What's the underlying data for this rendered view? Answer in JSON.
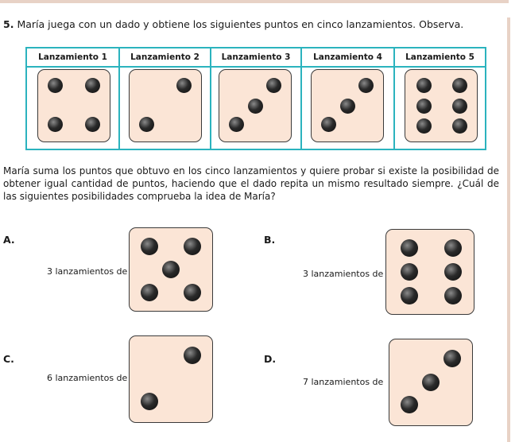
{
  "question": {
    "number": "5.",
    "statement": "María juega con un dado y obtiene los siguientes puntos en cinco lanzamientos. Observa."
  },
  "table": {
    "headers": [
      "Lanzamiento 1",
      "Lanzamiento 2",
      "Lanzamiento 3",
      "Lanzamiento 4",
      "Lanzamiento 5"
    ],
    "pips": [
      4,
      2,
      3,
      3,
      6
    ]
  },
  "paragraph": "María suma los puntos que obtuvo en los cinco lanzamientos y quiere probar si existe la posibilidad de obtener igual cantidad de puntos, haciendo que el dado repita un mismo resultado siempre. ¿Cuál de las siguientes posibilidades comprueba la idea de María?",
  "options": [
    {
      "letter": "A.",
      "text": "3 lanzamientos de",
      "pips": 5
    },
    {
      "letter": "B.",
      "text": "3 lanzamientos de",
      "pips": 6
    },
    {
      "letter": "C.",
      "text": "6 lanzamientos de",
      "pips": 2
    },
    {
      "letter": "D.",
      "text": "7 lanzamientos de",
      "pips": 3
    }
  ],
  "colors": {
    "table_border": "#2bb3be",
    "die_face": "#fbe5d6",
    "page_rule": "#e8d2c6"
  }
}
